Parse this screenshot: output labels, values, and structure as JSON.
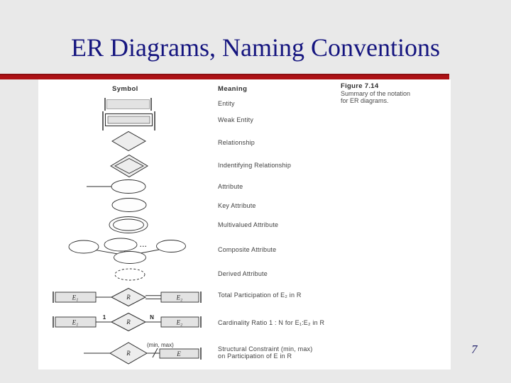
{
  "slide": {
    "title": "ER Diagrams, Naming Conventions",
    "page_number": "7",
    "accent_red": "#ad1115",
    "title_color": "#15157f"
  },
  "figure": {
    "headers": {
      "symbol": "Symbol",
      "meaning": "Meaning"
    },
    "caption": {
      "title": "Figure 7.14",
      "line1": "Summary of the notation",
      "line2": "for ER diagrams."
    },
    "rows": [
      {
        "symbol_name": "entity-rectangle",
        "meaning": "Entity"
      },
      {
        "symbol_name": "weak-entity-double-rectangle",
        "meaning": "Weak Entity"
      },
      {
        "symbol_name": "relationship-diamond",
        "meaning": "Relationship"
      },
      {
        "symbol_name": "identifying-relationship-double-diamond",
        "meaning": "Indentifying Relationship"
      },
      {
        "symbol_name": "attribute-oval",
        "meaning": "Attribute"
      },
      {
        "symbol_name": "key-attribute-oval",
        "meaning": "Key Attribute"
      },
      {
        "symbol_name": "multivalued-attribute-double-oval",
        "meaning": "Multivalued Attribute"
      },
      {
        "symbol_name": "composite-attribute-oval-tree",
        "meaning": "Composite Attribute"
      },
      {
        "symbol_name": "derived-attribute-dashed-oval",
        "meaning": "Derived Attribute"
      },
      {
        "symbol_name": "total-participation-double-line",
        "meaning": "Total Participation of E₂ in R"
      },
      {
        "symbol_name": "cardinality-ratio-1-n",
        "meaning": "Cardinality Ratio 1 : N for E₁:E₂ in R"
      },
      {
        "symbol_name": "structural-constraint-min-max",
        "meaning": "Structural Constraint (min, max)",
        "meaning_line2": "on Participation of E in R"
      }
    ],
    "symbols": {
      "entity1": "E₁",
      "entity2": "E₂",
      "relationship": "R",
      "entity": "E",
      "one": "1",
      "n": "N",
      "minmax": "(min, max)",
      "ellipsis": "..."
    }
  }
}
